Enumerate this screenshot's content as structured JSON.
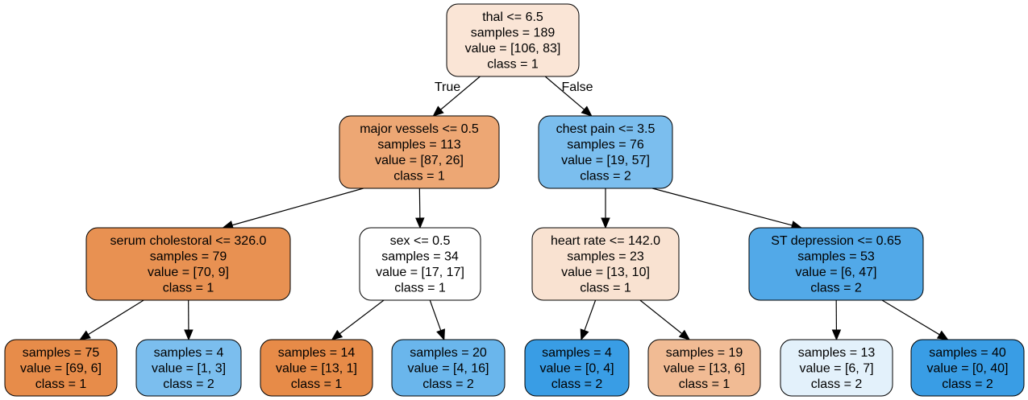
{
  "nodes": [
    {
      "id": "n0",
      "lines": [
        "thal <= 6.5",
        "samples = 189",
        "value = [106, 83]",
        "class = 1"
      ],
      "fill": "#fae5d6"
    },
    {
      "id": "n1",
      "lines": [
        "major vessels <= 0.5",
        "samples = 113",
        "value = [87, 26]",
        "class = 1"
      ],
      "fill": "#eda774"
    },
    {
      "id": "n2",
      "lines": [
        "chest pain <= 3.5",
        "samples = 76",
        "value = [19, 57]",
        "class = 2"
      ],
      "fill": "#7bbeee"
    },
    {
      "id": "n3",
      "lines": [
        "serum cholestoral <= 326.0",
        "samples = 79",
        "value = [70, 9]",
        "class = 1"
      ],
      "fill": "#e89152"
    },
    {
      "id": "n4",
      "lines": [
        "sex <= 0.5",
        "samples = 34",
        "value = [17, 17]",
        "class = 1"
      ],
      "fill": "#ffffff"
    },
    {
      "id": "n5",
      "lines": [
        "heart rate <= 142.0",
        "samples = 23",
        "value = [13, 10]",
        "class = 1"
      ],
      "fill": "#f9e2d1"
    },
    {
      "id": "n6",
      "lines": [
        "ST depression <= 0.65",
        "samples = 53",
        "value = [6, 47]",
        "class = 2"
      ],
      "fill": "#52a9e8"
    },
    {
      "id": "n7",
      "lines": [
        "samples = 75",
        "value = [69, 6]",
        "class = 1"
      ],
      "fill": "#e78c4a"
    },
    {
      "id": "n8",
      "lines": [
        "samples = 4",
        "value = [1, 3]",
        "class = 2"
      ],
      "fill": "#7bbeee"
    },
    {
      "id": "n9",
      "lines": [
        "samples = 14",
        "value = [13, 1]",
        "class = 1"
      ],
      "fill": "#e78b48"
    },
    {
      "id": "n10",
      "lines": [
        "samples = 20",
        "value = [4, 16]",
        "class = 2"
      ],
      "fill": "#6ab6ec"
    },
    {
      "id": "n11",
      "lines": [
        "samples = 4",
        "value = [0, 4]",
        "class = 2"
      ],
      "fill": "#399de5"
    },
    {
      "id": "n12",
      "lines": [
        "samples = 19",
        "value = [13, 6]",
        "class = 1"
      ],
      "fill": "#f1bb94"
    },
    {
      "id": "n13",
      "lines": [
        "samples = 13",
        "value = [6, 7]",
        "class = 2"
      ],
      "fill": "#e3f1fb"
    },
    {
      "id": "n14",
      "lines": [
        "samples = 40",
        "value = [0, 40]",
        "class = 2"
      ],
      "fill": "#399de5"
    }
  ],
  "edges": [
    {
      "from": "n0",
      "to": "n1",
      "label": "True"
    },
    {
      "from": "n0",
      "to": "n2",
      "label": "False"
    },
    {
      "from": "n1",
      "to": "n3",
      "label": ""
    },
    {
      "from": "n1",
      "to": "n4",
      "label": ""
    },
    {
      "from": "n2",
      "to": "n5",
      "label": ""
    },
    {
      "from": "n2",
      "to": "n6",
      "label": ""
    },
    {
      "from": "n3",
      "to": "n7",
      "label": ""
    },
    {
      "from": "n3",
      "to": "n8",
      "label": ""
    },
    {
      "from": "n4",
      "to": "n9",
      "label": ""
    },
    {
      "from": "n4",
      "to": "n10",
      "label": ""
    },
    {
      "from": "n5",
      "to": "n11",
      "label": ""
    },
    {
      "from": "n5",
      "to": "n12",
      "label": ""
    },
    {
      "from": "n6",
      "to": "n13",
      "label": ""
    },
    {
      "from": "n6",
      "to": "n14",
      "label": ""
    }
  ]
}
